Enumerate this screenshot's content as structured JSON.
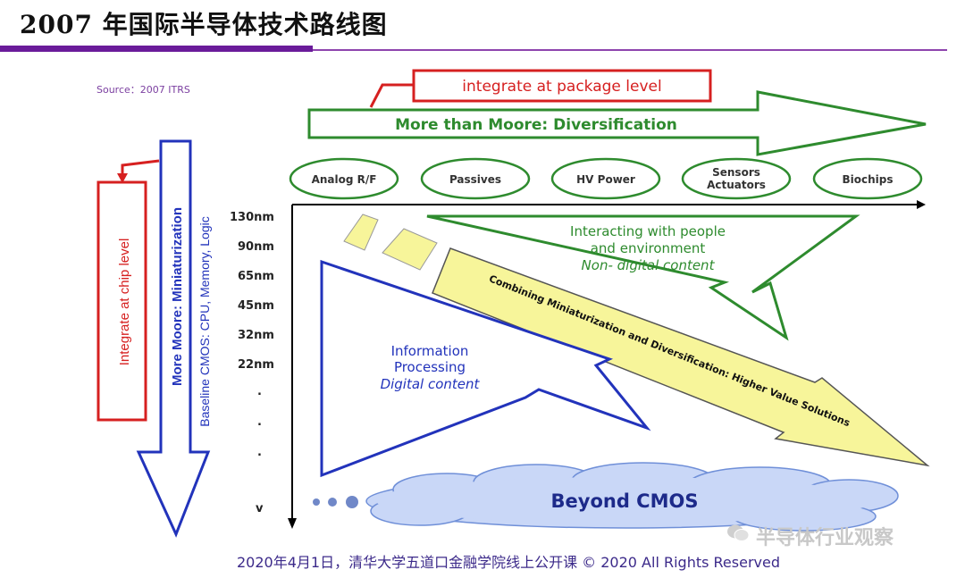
{
  "title": "2007 年国际半导体技术路线图",
  "source": "Source：2007  ITRS",
  "package_label": "integrate at package level",
  "more_than_moore": "More than Moore:  Diversification",
  "categories": [
    "Analog R/F",
    "Passives",
    "HV Power",
    "Sensors",
    "Actuators",
    "Biochips"
  ],
  "nodes": [
    "130nm",
    "90nm",
    "65nm",
    "45nm",
    "32nm",
    "22nm",
    ".",
    ".",
    ".",
    "v"
  ],
  "chip_label": "Integrate at chip level",
  "more_moore": "More Moore: Miniaturization",
  "baseline": "Baseline CMOS:  CPU, Memory, Logic",
  "interacting_1": "Interacting with people",
  "interacting_2": "and environment",
  "non_digital": "Non- digital content",
  "combining": "Combining Miniaturization and Diversification:  Higher Value Solutions",
  "info_1": "Information",
  "info_2": "Processing",
  "digital": "Digital content",
  "beyond": "Beyond CMOS",
  "footer": "2020年4月1日，清华大学五道口金融学院线上公开课 © 2020 All Rights Reserved",
  "watermark": "半导体行业观察",
  "colors": {
    "green": "#2e8b2e",
    "blue": "#2233bb",
    "red": "#d62020",
    "yellow": "#f7f59a",
    "cloud": "#c9d7f7",
    "purple": "#6a1b9a"
  }
}
